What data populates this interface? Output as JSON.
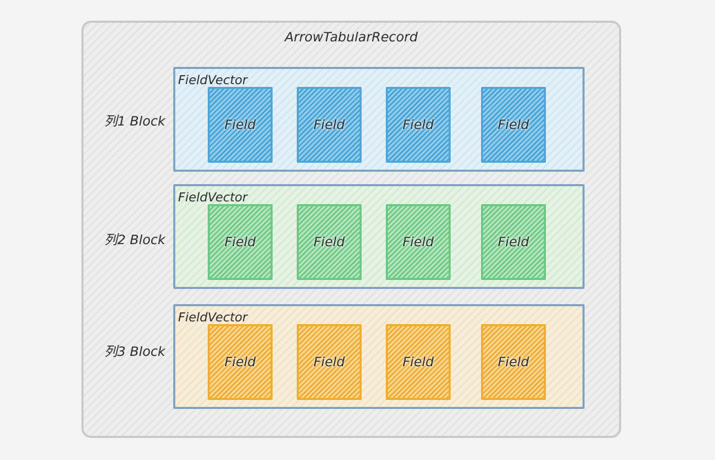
{
  "record": {
    "title": "ArrowTabularRecord",
    "blocks": [
      {
        "label": "列1 Block",
        "vector_label": "FieldVector",
        "color": "#4ea7d6",
        "fields": [
          "Field",
          "Field",
          "Field",
          "Field"
        ]
      },
      {
        "label": "列2 Block",
        "vector_label": "FieldVector",
        "color": "#6cc884",
        "fields": [
          "Field",
          "Field",
          "Field",
          "Field"
        ]
      },
      {
        "label": "列3 Block",
        "vector_label": "FieldVector",
        "color": "#efae2e",
        "fields": [
          "Field",
          "Field",
          "Field",
          "Field"
        ]
      }
    ]
  }
}
